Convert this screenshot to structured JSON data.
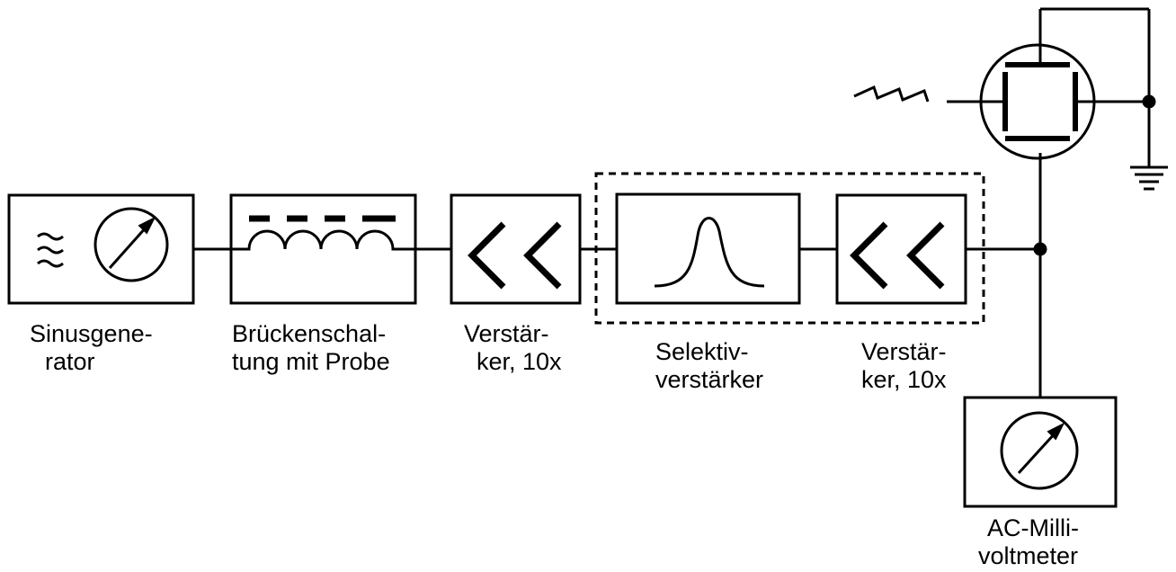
{
  "labels": {
    "sine_generator": [
      "Sinusgene-",
      "rator"
    ],
    "bridge_circuit": [
      "Brückenschal-",
      "tung mit Probe"
    ],
    "amplifier_1": [
      "Verstär-",
      "ker, 10x"
    ],
    "selective_amplifier": [
      "Selektiv-",
      "verstärker"
    ],
    "amplifier_2": [
      "Verstär-",
      "ker, 10x"
    ],
    "ac_millivoltmeter": [
      "AC-Milli-",
      "voltmeter"
    ]
  },
  "icons": {
    "sine_wave": "tilde-wave-icon",
    "meter": "analog-meter-icon",
    "inductor": "coil-with-core-icon",
    "amplifier": "double-chevron-icon",
    "bandpass": "resonance-peak-icon",
    "crt": "oscilloscope-tube-icon",
    "ground": "ground-icon",
    "sawtooth": "sawtooth-signal-icon"
  },
  "colors": {
    "stroke": "#000000",
    "background": "#ffffff"
  }
}
